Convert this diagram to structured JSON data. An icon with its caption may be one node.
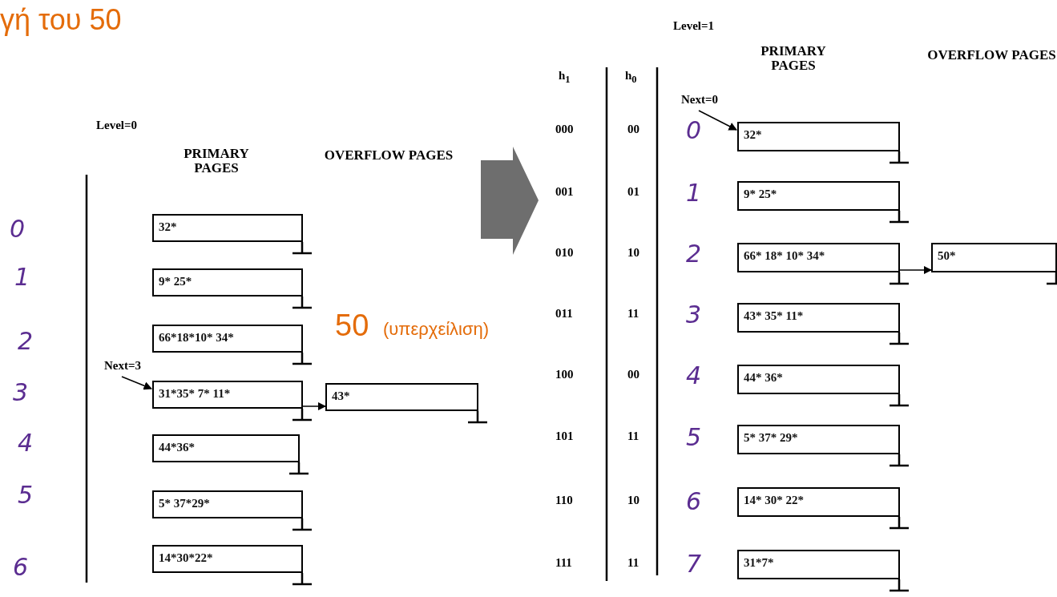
{
  "diagram": {
    "title": "γή του 50",
    "nodes": [
      {
        "text": [
          "32*"
        ]
      },
      {
        "text": [
          "9* 25*"
        ]
      },
      {
        "text": [
          "66*18*10* 34*"
        ]
      },
      {
        "text": [
          "31*35* 7* 11*"
        ]
      },
      {
        "text": [
          "44*36*"
        ]
      },
      {
        "text": [
          "5* 37*29*"
        ]
      },
      {
        "text": [
          "14*30*22*"
        ]
      },
      {
        "text": [
          "43*"
        ]
      },
      {
        "text": [
          "Next=3"
        ]
      },
      {
        "text": [
          "32*"
        ]
      },
      {
        "text": [
          "9* 25*"
        ]
      },
      {
        "text": [
          "66* 18* 10* 34*"
        ]
      },
      {
        "text": [
          "43* 35* 11*"
        ]
      },
      {
        "text": [
          "44* 36*"
        ]
      },
      {
        "text": [
          "5* 37* 29*"
        ]
      },
      {
        "text": [
          "14* 30* 22*"
        ]
      },
      {
        "text": [
          "31*7*"
        ]
      },
      {
        "text": [
          "50*"
        ]
      },
      {
        "text": [
          "Next=0"
        ]
      }
    ],
    "edges": [
      {
        "from": 3,
        "to": 7,
        "arrow": "to"
      },
      {
        "from": 8,
        "to": 3,
        "arrow": "to"
      },
      {
        "from": 11,
        "to": 17,
        "arrow": "to"
      },
      {
        "from": 18,
        "to": 9,
        "arrow": "to"
      }
    ],
    "labels": [
      "Level=0",
      "PRIMARY PAGES",
      "OVERFLOW PAGES",
      "50",
      "(υπερχείλιση)",
      "0",
      "1",
      "2",
      "3",
      "4",
      "5",
      "6",
      "Level=1",
      "h$_{1}$",
      "h$_{0}$",
      "PRIMARY PAGES",
      "OVERFLOW PAGES",
      "000",
      "00",
      "0",
      "001",
      "01",
      "1",
      "010",
      "10",
      "2",
      "011",
      "11",
      "3",
      "100",
      "00",
      "4",
      "101",
      "11",
      "5",
      "110",
      "10",
      "6",
      "111",
      "11",
      "7"
    ]
  }
}
